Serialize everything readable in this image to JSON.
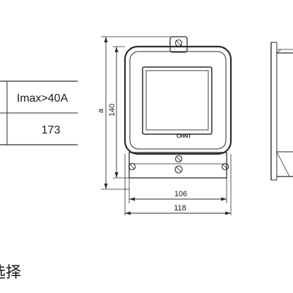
{
  "table": {
    "header": "Imax>40A",
    "value": "173"
  },
  "drawing": {
    "brand": "CHNT",
    "dims": {
      "height_var": "a",
      "height": "140",
      "inner_width": "106",
      "outer_width": "118"
    }
  },
  "caption": "选择"
}
